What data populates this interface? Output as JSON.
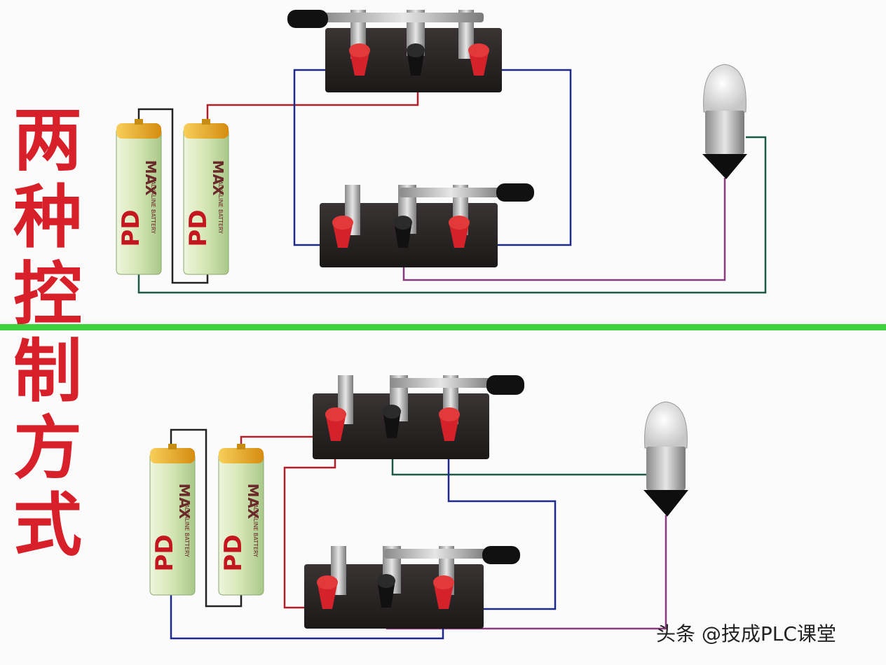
{
  "title_chars": [
    "两",
    "种",
    "控",
    "制",
    "方",
    "式"
  ],
  "watermark": "头条 @技成PLC课堂",
  "battery_label": {
    "brand": "PD",
    "model": "MAX",
    "type": "ALKALINE BATTERY"
  },
  "colors": {
    "title": "#d8202a",
    "divider": "#3ed23e",
    "wire_red": "#b21e2a",
    "wire_blue": "#1d2a8c",
    "wire_green": "#1c5a48",
    "wire_purple": "#8a3a7e",
    "wire_black": "#222222",
    "battery_body": "#cfe2b0",
    "battery_cap": "#e6a21c",
    "switch_base": "#2a2626",
    "terminal_red": "#d5222a"
  },
  "diagrams": [
    {
      "name": "top",
      "description_free": true
    },
    {
      "name": "bottom",
      "description_free": true
    }
  ]
}
